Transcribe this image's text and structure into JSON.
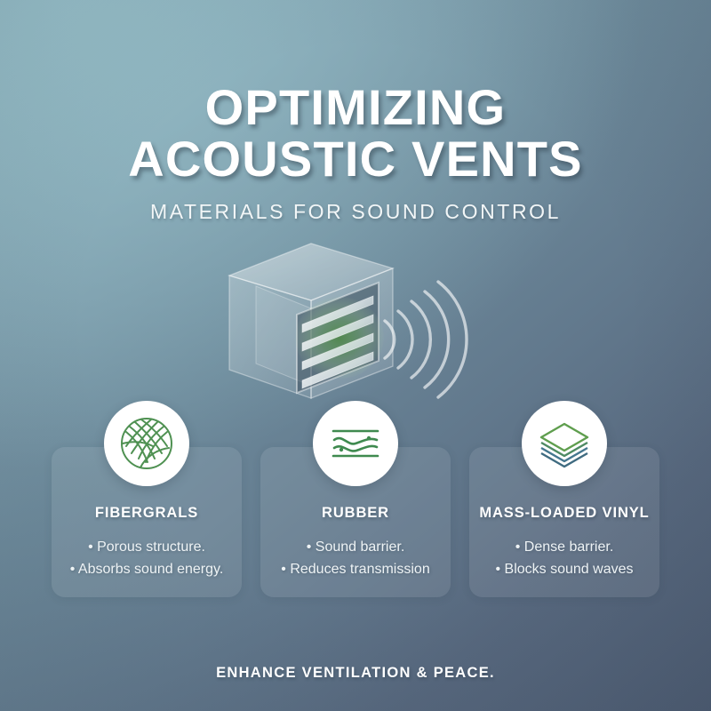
{
  "header": {
    "title_line1": "OPTIMIZING",
    "title_line2": "ACOUSTIC VENTS",
    "subtitle": "MATERIALS FOR SOUND CONTROL"
  },
  "hero": {
    "icon": "acoustic-vent-box-with-sound-waves",
    "louver_count": 4,
    "sound_wave_arcs": 5,
    "glow_color": "#6fa46a"
  },
  "cards": [
    {
      "icon": "fiber-ball-icon",
      "icon_color": "#4f9152",
      "title": "FIBERGRALS",
      "bullets": [
        "Porous structure.",
        "Absorbs sound energy."
      ]
    },
    {
      "icon": "rubber-waves-icon",
      "icon_color": "#3f8a4f",
      "title": "RUBBER",
      "bullets": [
        "Sound barrier.",
        "Reduces transmission"
      ]
    },
    {
      "icon": "layered-stack-icon",
      "icon_color_top": "#5f9e4e",
      "icon_color_bottom": "#3f6b80",
      "title": "MASS-LOADED VINYL",
      "bullets": [
        "Dense barrier.",
        "Blocks sound waves"
      ]
    }
  ],
  "footer": {
    "tagline": "ENHANCE VENTILATION & PEACE."
  },
  "theme": {
    "bg_top_left": "#8cb1bb",
    "bg_bottom_right": "#4e5d73",
    "text_primary": "#ffffff",
    "accent_green": "#4f9152"
  }
}
